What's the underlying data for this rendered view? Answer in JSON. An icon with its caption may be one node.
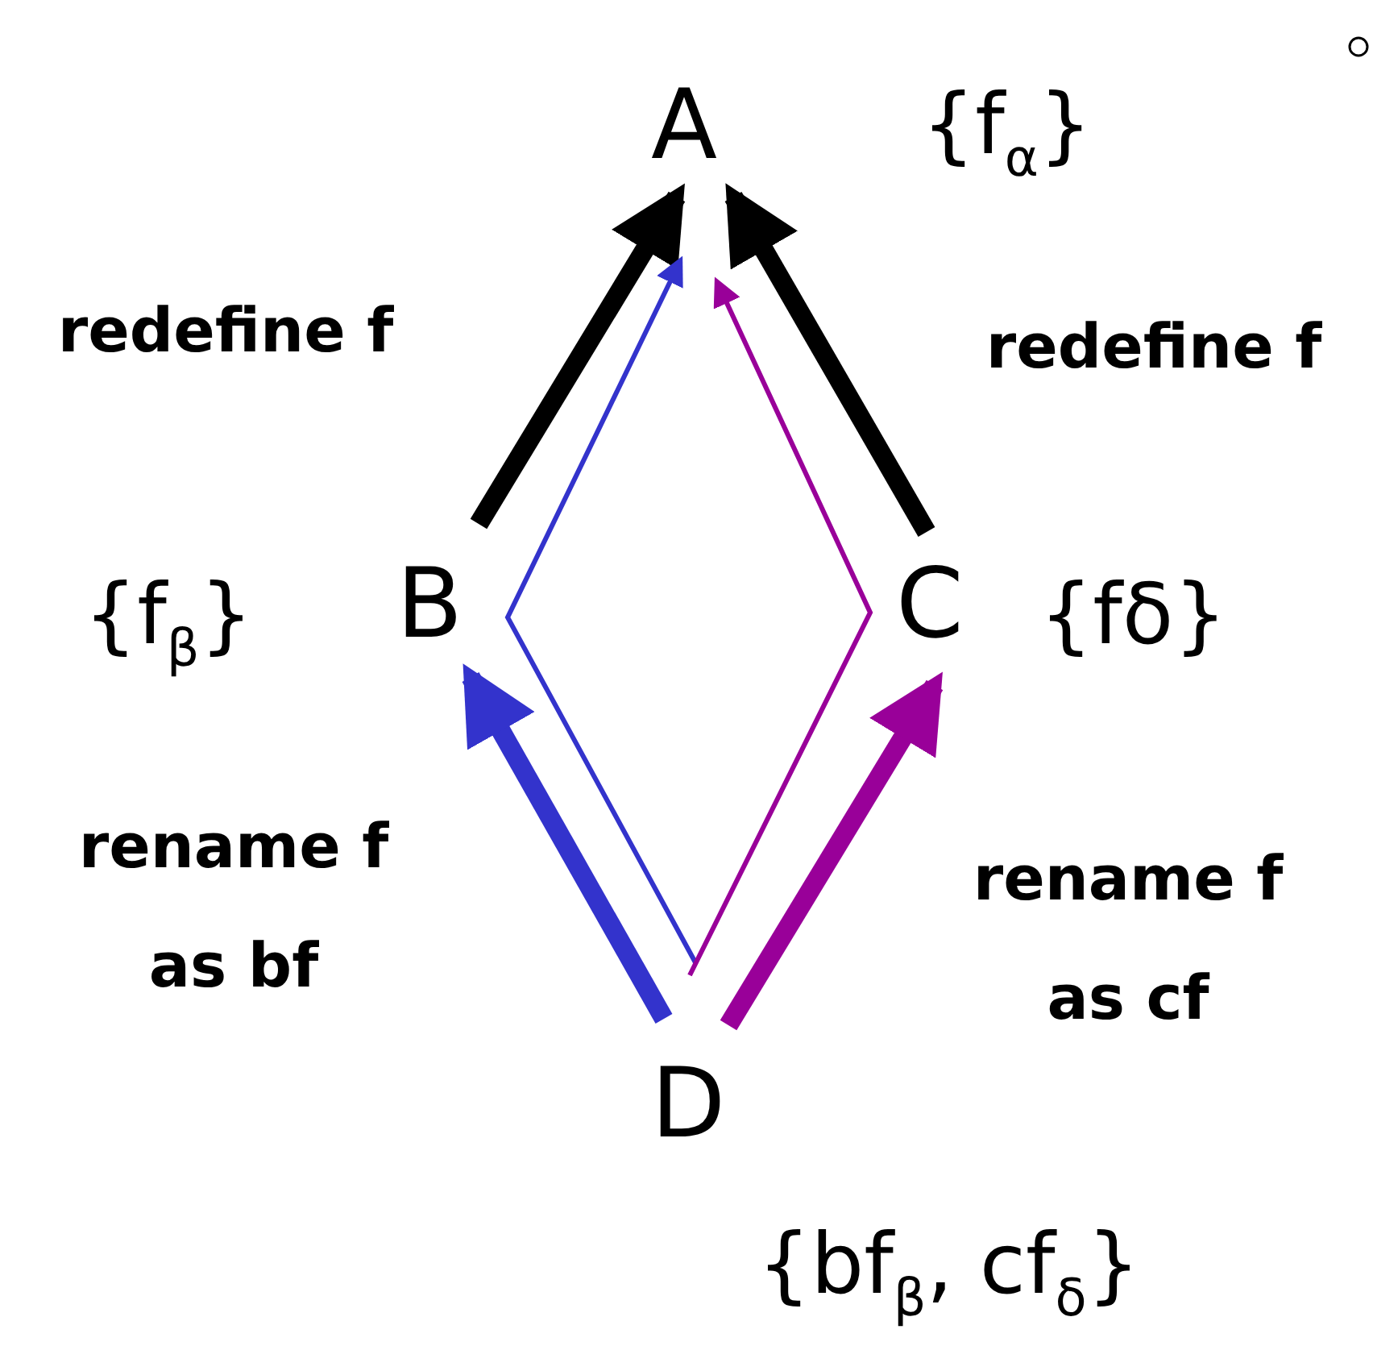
{
  "diagram": {
    "nodes": [
      {
        "text": [
          "A"
        ],
        "beside": [
          "{f$_{α}$}"
        ]
      },
      {
        "text": [
          "B"
        ],
        "beside": [
          "{f$_{β}$}"
        ]
      },
      {
        "text": [
          "C"
        ],
        "beside": [
          "{fδ}"
        ]
      },
      {
        "text": [
          "D"
        ],
        "beside": [
          "{bf$_{β}$, cf$_{δ}$}"
        ]
      }
    ],
    "edges": [
      {
        "from": 1,
        "to": 0,
        "arrow": "to",
        "label": "redefine f"
      },
      {
        "from": 2,
        "to": 0,
        "arrow": "to",
        "label": "redefine f"
      },
      {
        "from": 3,
        "to": 1,
        "arrow": "to",
        "color": "#3333cc",
        "label": "rename f as bf"
      },
      {
        "from": 3,
        "to": 2,
        "arrow": "to",
        "color": "#990099",
        "label": "rename f as cf"
      },
      {
        "from": 3,
        "to": 0,
        "arrow": "to",
        "color": "#3333cc"
      },
      {
        "from": 3,
        "to": 0,
        "arrow": "to",
        "color": "#990099"
      }
    ]
  }
}
